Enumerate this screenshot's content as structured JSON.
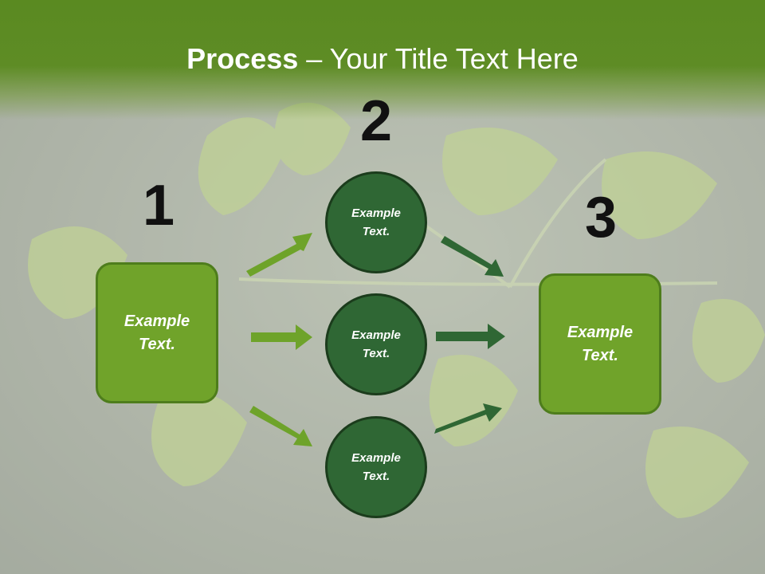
{
  "title": {
    "bold": "Process",
    "rest": " – Your Title Text Here"
  },
  "steps": [
    "1",
    "2",
    "3"
  ],
  "nodes": {
    "left": "Example Text.",
    "top": "Example Text.",
    "middle": "Example Text.",
    "bottom": "Example Text.",
    "right": "Example Text."
  },
  "colors": {
    "title_bar": "#5a8a21",
    "box_fill": "#70a32a",
    "circle_fill": "#2f6734",
    "arrow_light": "#6ea32a",
    "arrow_dark": "#2f6734"
  }
}
